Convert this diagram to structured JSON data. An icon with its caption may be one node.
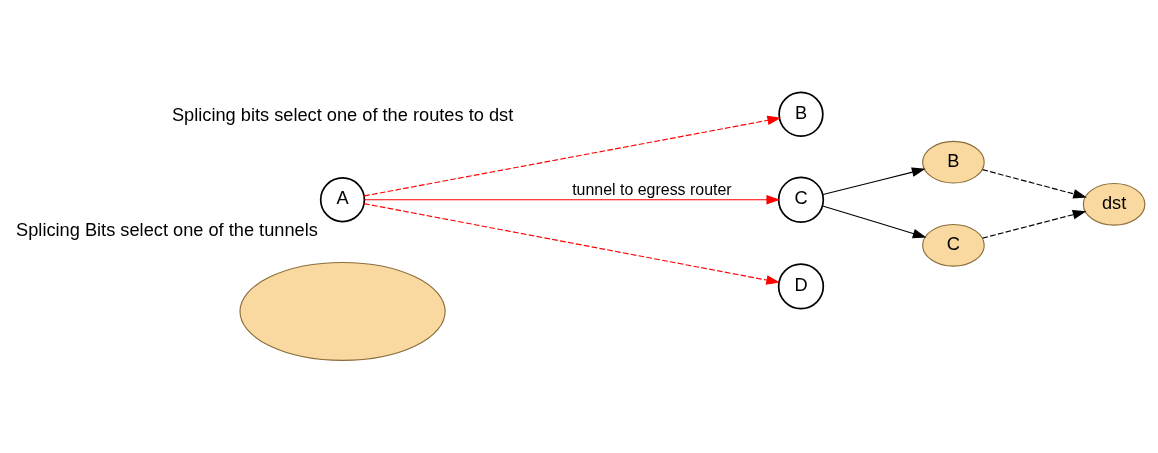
{
  "diagram": {
    "nodes": [
      {
        "text": [],
        "shape": "cloud"
      },
      {
        "text": [
          "A"
        ],
        "beside": [
          "Splicing Bits select one of the tunnels"
        ]
      },
      {
        "text": [
          "B"
        ]
      },
      {
        "text": [
          "C"
        ]
      },
      {
        "text": [
          "D"
        ]
      },
      {
        "text": [
          "B"
        ]
      },
      {
        "text": [
          "C"
        ]
      },
      {
        "text": [
          "dst"
        ]
      }
    ],
    "edges": [
      {
        "from": 1,
        "to": 2,
        "arrow": "to",
        "style": "dashed",
        "color": "#ff0000"
      },
      {
        "from": 1,
        "to": 3,
        "arrow": "to",
        "label": "tunnel to egress router",
        "color": "#ff0000"
      },
      {
        "from": 1,
        "to": 4,
        "arrow": "to",
        "style": "dashed",
        "color": "#ff0000"
      },
      {
        "from": 3,
        "to": 5,
        "arrow": "to"
      },
      {
        "from": 3,
        "to": 6,
        "arrow": "to"
      },
      {
        "from": 5,
        "to": 7,
        "arrow": "to",
        "style": "dashed"
      },
      {
        "from": 6,
        "to": 7,
        "arrow": "to",
        "style": "dashed"
      }
    ],
    "labels": [
      "Splicing bits select one of the routes to dst"
    ]
  }
}
